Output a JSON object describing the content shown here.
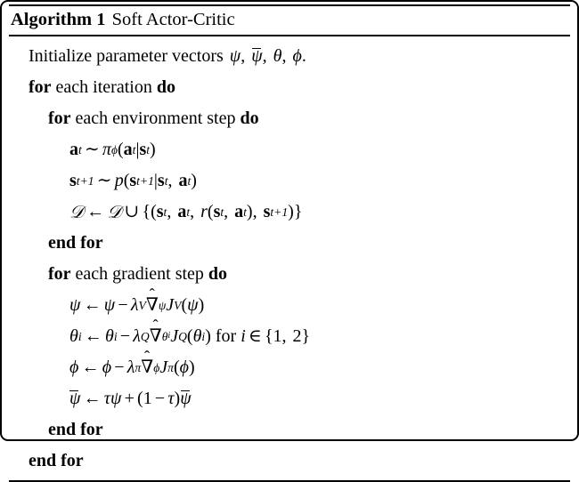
{
  "algorithm": {
    "label": "Algorithm 1",
    "name": "Soft Actor-Critic",
    "lines": {
      "initialize_prefix": "Initialize parameter vectors",
      "for": "for",
      "do": "do",
      "end_for": "end for",
      "each_iteration": "each iteration",
      "each_environment_step": "each environment step",
      "each_gradient_step": "each gradient step",
      "for_upright": "for"
    },
    "symbols": {
      "psi": "ψ",
      "theta": "θ",
      "phi": "ϕ",
      "pi": "π",
      "tau": "τ",
      "lambda": "λ",
      "nabla": "∇",
      "script_d": "𝒟",
      "sim": "∼",
      "leftarrow": "←",
      "cup": "∪",
      "in": "∈",
      "minus": "−",
      "plus": "+",
      "mid": "|",
      "comma": ",",
      "period": ".",
      "a": "a",
      "s": "s",
      "r": "r",
      "p": "p",
      "J": "J",
      "V": "V",
      "Q": "Q",
      "i": "i",
      "t": "t",
      "t_plus_1": "t+1",
      "one": "1",
      "two": "2",
      "lbrace": "{",
      "rbrace": "}",
      "lparen": "(",
      "rparen": ")"
    }
  }
}
